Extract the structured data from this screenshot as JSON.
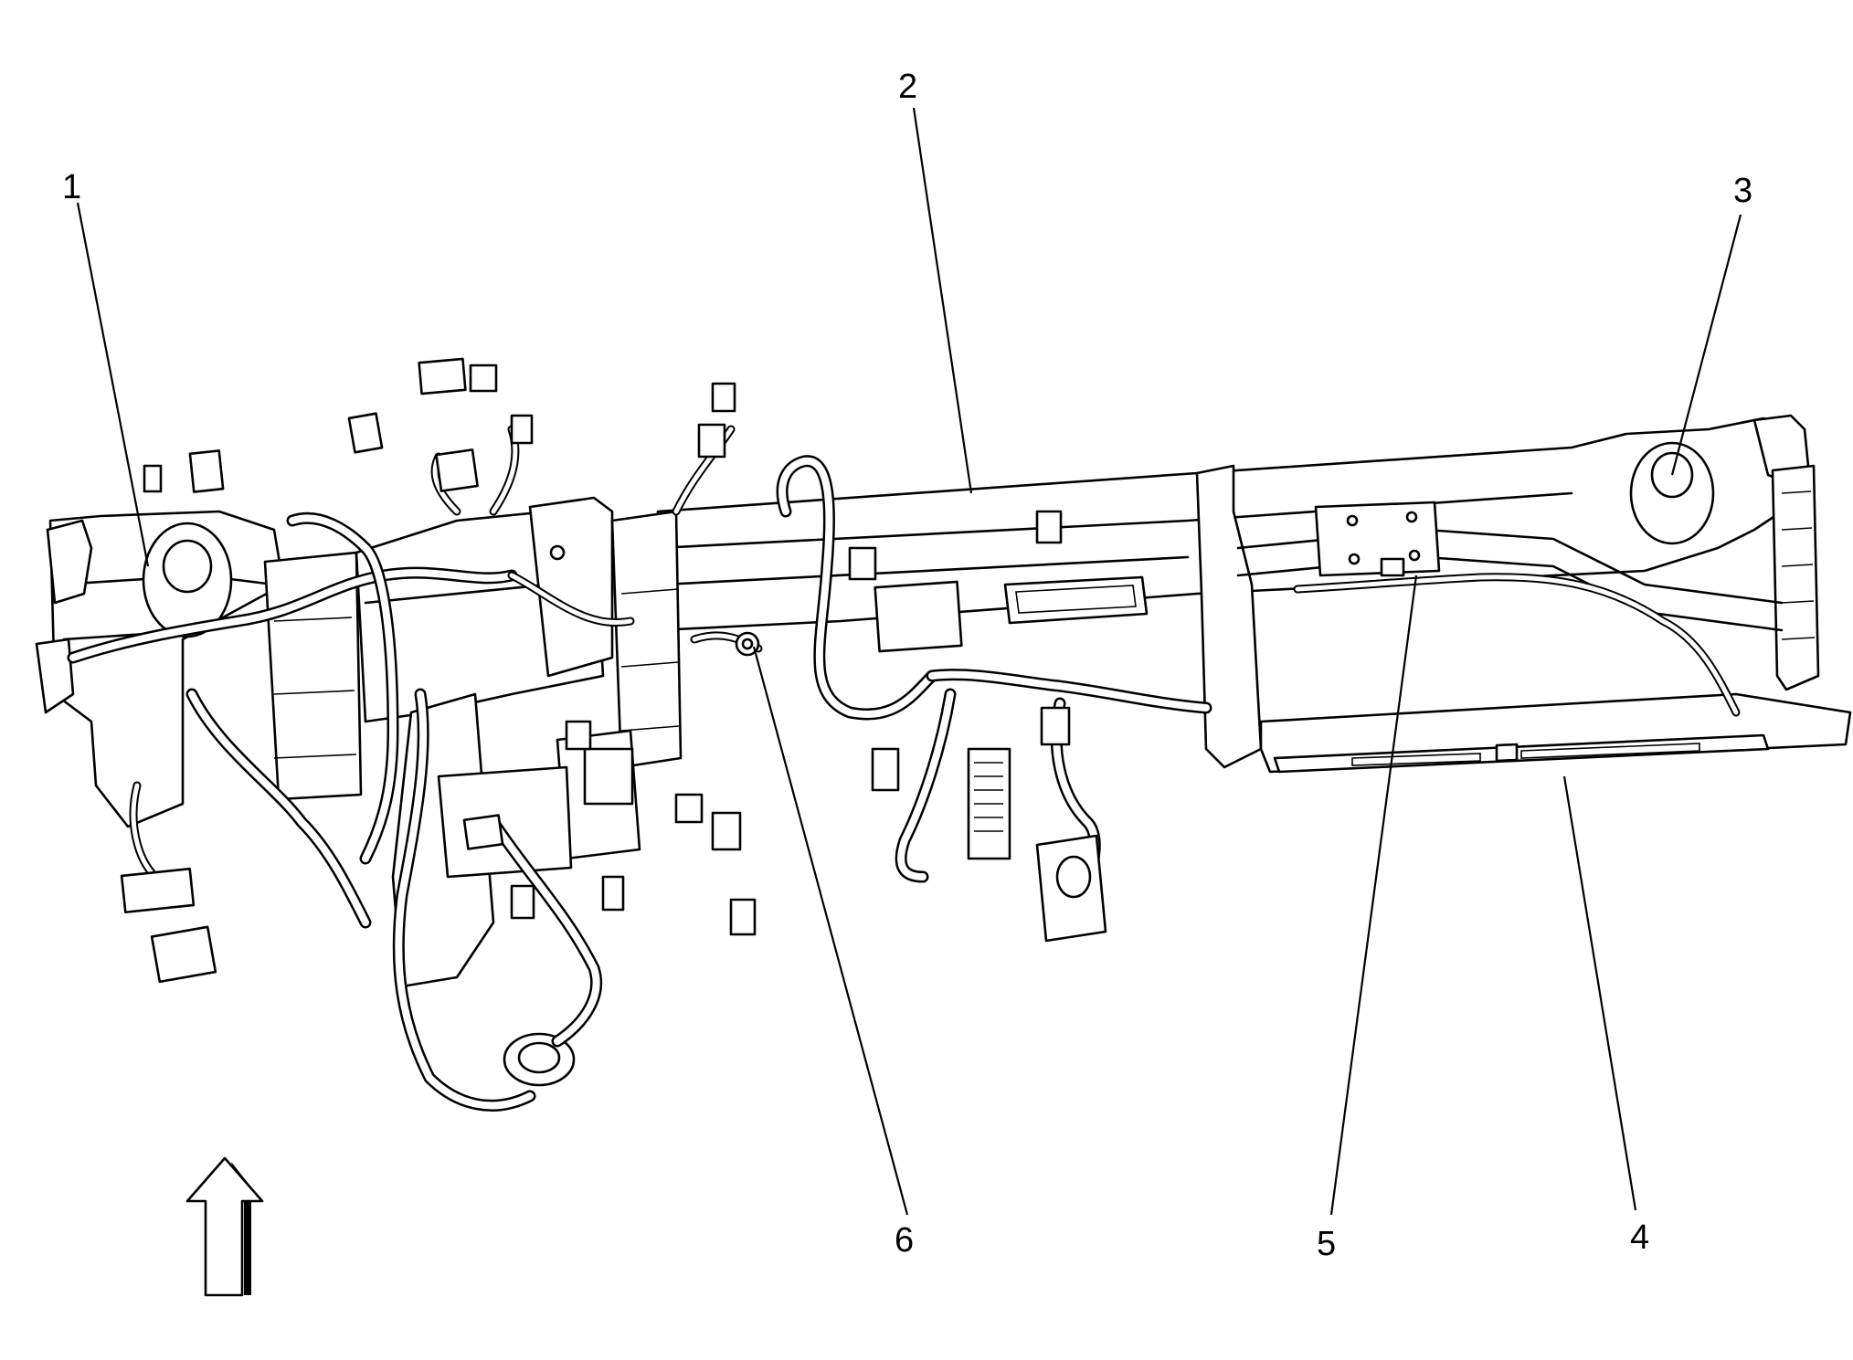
{
  "callouts": [
    {
      "id": "callout-1",
      "text": "1"
    },
    {
      "id": "callout-2",
      "text": "2"
    },
    {
      "id": "callout-3",
      "text": "3"
    },
    {
      "id": "callout-4",
      "text": "4"
    },
    {
      "id": "callout-5",
      "text": "5"
    },
    {
      "id": "callout-6",
      "text": "6"
    }
  ],
  "icons": {
    "direction_arrow": "up-arrow-icon"
  }
}
